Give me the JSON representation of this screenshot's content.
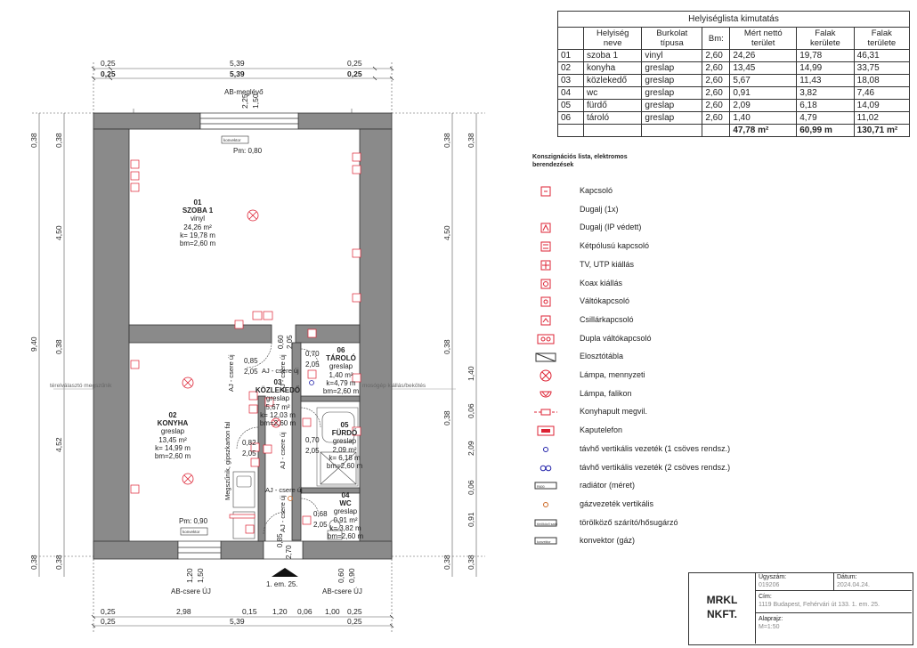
{
  "room_table": {
    "title": "Helyiséglista  kimutatás",
    "headers": [
      "",
      "Helyiség neve",
      "Burkolat típusa",
      "Bm:",
      "Mért nettó terület",
      "Falak kerülete",
      "Falak területe"
    ],
    "rows": [
      [
        "01",
        "szoba 1",
        "vinyl",
        "2,60",
        "24,26",
        "19,78",
        "46,31"
      ],
      [
        "02",
        "konyha",
        "greslap",
        "2,60",
        "13,45",
        "14,99",
        "33,75"
      ],
      [
        "03",
        "közlekedő",
        "greslap",
        "2,60",
        "5,67",
        "11,43",
        "18,08"
      ],
      [
        "04",
        "wc",
        "greslap",
        "2,60",
        "0,91",
        "3,82",
        "7,46"
      ],
      [
        "05",
        "fürdő",
        "greslap",
        "2,60",
        "2,09",
        "6,18",
        "14,09"
      ],
      [
        "06",
        "tároló",
        "greslap",
        "2,60",
        "1,40",
        "4,79",
        "11,02"
      ]
    ],
    "totals": [
      "",
      "",
      "",
      "",
      "47,78 m²",
      "60,99 m",
      "130,71 m²"
    ]
  },
  "legend": {
    "title": "Konszignációs lista, elektromos berendezések",
    "items": [
      {
        "label": "Kapcsoló",
        "icon": "switch-icon"
      },
      {
        "label": "Dugalj (1x)",
        "icon": "socket-icon"
      },
      {
        "label": "Dugalj (IP védett)",
        "icon": "socket-ip-icon"
      },
      {
        "label": "Kétpólusú kapcsoló",
        "icon": "double-pole-switch-icon"
      },
      {
        "label": "TV, UTP kiállás",
        "icon": "tv-utp-icon"
      },
      {
        "label": "Koax kiállás",
        "icon": "coax-icon"
      },
      {
        "label": "Váltókapcsoló",
        "icon": "changeover-switch-icon"
      },
      {
        "label": "Csillárkapcsoló",
        "icon": "chandelier-switch-icon"
      },
      {
        "label": " Dupla váltókapcsoló",
        "icon": "double-changeover-switch-icon"
      },
      {
        "label": "Elosztótábla",
        "icon": "distribution-board-icon"
      },
      {
        "label": "Lámpa, mennyzeti",
        "icon": "ceiling-lamp-icon"
      },
      {
        "label": "Lámpa, falikon",
        "icon": "wall-lamp-icon"
      },
      {
        "label": "Konyhapult megvil.",
        "icon": "counter-light-icon"
      },
      {
        "label": "Kaputelefon",
        "icon": "intercom-icon"
      },
      {
        "label": "távhő vertikális vezeték (1 csöves rendsz.)",
        "icon": "single-pipe-icon"
      },
      {
        "label": "távhő vertikális vezeték (2 csöves rendsz.)",
        "icon": "double-pipe-icon"
      },
      {
        "label": "radiátor (méret)",
        "icon": "radiator-icon"
      },
      {
        "label": "gázvezeték vertikális",
        "icon": "gas-pipe-icon"
      },
      {
        "label": "törölköző szárító/hősugárzó",
        "icon": "towel-dryer-icon"
      },
      {
        "label": "konvektor (gáz)",
        "icon": "convector-icon"
      }
    ],
    "icon_small_labels": {
      "radiator": "R600",
      "towel": "törölköző szárító",
      "convector": "konvektor"
    }
  },
  "title_block": {
    "company": "MRKL NKFT.",
    "ugyszam_label": "Ügyszám:",
    "ugyszam": "019206",
    "datum_label": "Dátum:",
    "datum": "2024.04.24.",
    "cim_label": "Cím:",
    "cim": "1119 Budapest, Fehérvári út 133. 1. em. 25.",
    "alaprajz_label": "Alaprajz:",
    "alaprajz": "M=1:50"
  },
  "plan": {
    "rooms": [
      {
        "id": "01",
        "name": "SZOBA 1",
        "finish": "vinyl",
        "area": "24,26 m²",
        "k": "k= 19,78 m",
        "bm": "bm=2,60 m"
      },
      {
        "id": "02",
        "name": "KONYHA",
        "finish": "greslap",
        "area": "13,45 m²",
        "k": "k= 14,99 m",
        "bm": "bm=2,60 m"
      },
      {
        "id": "03",
        "name": "KÖZLEKEDŐ",
        "finish": "greslap",
        "area": "5,67 m²",
        "k": "k= 12,03 m",
        "bm": "bm=2,60 m"
      },
      {
        "id": "06",
        "name": "TÁROLÓ",
        "finish": "greslap",
        "area": "1,40 m²",
        "k": "k=4,79 m",
        "bm": "bm=2,60 m"
      },
      {
        "id": "05",
        "name": "FÜRDŐ",
        "finish": "greslap",
        "area": "2,09 m²",
        "k": "k= 6,18 m",
        "bm": "bm=2,60 m"
      },
      {
        "id": "04",
        "name": "WC",
        "finish": "greslap",
        "area": "0,91 m²",
        "k": "k= 3,82 m",
        "bm": "bm=2,60 m"
      }
    ],
    "dims": {
      "top1": [
        "0,25",
        "5,39",
        "0,25"
      ],
      "top2": [
        "0,25",
        "5,39",
        "0,25"
      ],
      "bottom1": [
        "0,25",
        "2,98",
        "0,15",
        "1,20",
        "0,06",
        "1,00",
        "0,25"
      ],
      "bottom2": [
        "0,25",
        "5,39",
        "0,25"
      ],
      "left_outer": "9,40",
      "left_inner": [
        "0,38",
        "4,50",
        "0,38",
        "4,52",
        "0,38"
      ],
      "left_top": "0,38",
      "right_outer": [
        "0,38",
        "4,50",
        "0,38",
        "0,38",
        "0,38"
      ],
      "right_inner": [
        "0,38",
        "1,40",
        "0,06",
        "2,09",
        "0,06",
        "0,91",
        "0,38"
      ],
      "window_top": [
        "2,25",
        "1,50"
      ],
      "window_bottom_left": [
        "1,20",
        "1,50"
      ],
      "window_bottom_right": [
        "0,60",
        "0,90"
      ],
      "door_sizes": [
        "0,85",
        "2,05",
        "0,82",
        "2,05",
        "0,70",
        "2,05",
        "0,70",
        "2,05",
        "0,68",
        "2,05",
        "0,85",
        "2,70"
      ],
      "wall_dims": [
        "0,60",
        "2,05"
      ]
    },
    "labels": {
      "window_top": "AB-meglévő",
      "pm_top": "Pm: 0,80",
      "pm_bottom": "Pm: 0,90",
      "ab_left": "AB-csere ÚJ",
      "ab_right": "AB-csere ÚJ",
      "entrance": "1. em. 25.",
      "ext_left": "térelválasztó megszűnik",
      "ext_right": "mosógép kiállás/bekötés",
      "aj1": "AJ - csere új",
      "aj2": "AJ - csere új",
      "aj3": "AJ - csere új",
      "aj4": "AJ - csere új",
      "aj5": "AJ - csere új",
      "aj6": "AJ - csere új",
      "gipsz": "Megszűnik, gipszkarton fal",
      "konvektor": "konvektor"
    }
  }
}
